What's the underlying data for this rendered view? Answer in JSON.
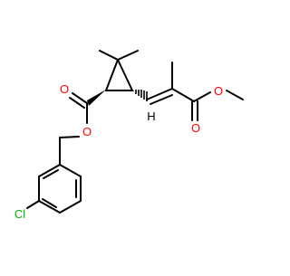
{
  "structure": {
    "atoms": {
      "carbonyl_o_left": "O",
      "ester_o_left": "O",
      "carbonyl_o_right": "O",
      "ester_o_right": "O",
      "vinyl_h": "H",
      "chlorine": "Cl"
    },
    "colors": {
      "bond": "#000000",
      "oxygen": "#ff0000",
      "chlorine": "#00b000",
      "hydrogen": "#000000"
    }
  }
}
